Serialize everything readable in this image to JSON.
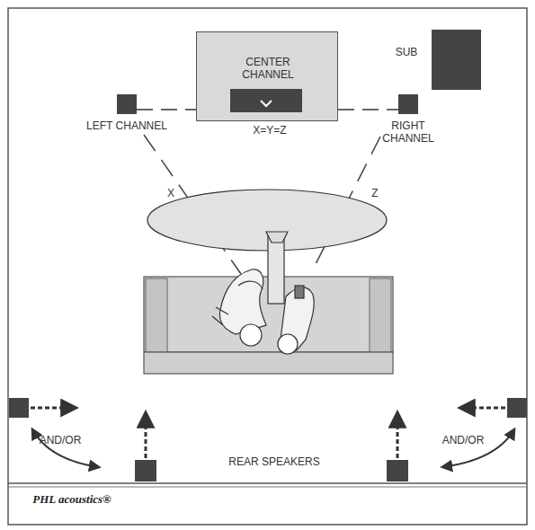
{
  "diagram": {
    "nodes": [
      {
        "text": [
          "CENTER CHANNEL"
        ]
      },
      {
        "text": [
          "LEFT CHANNEL"
        ]
      },
      {
        "text": [
          "RIGHT CHANNEL"
        ]
      },
      {
        "text": [
          "SUB"
        ]
      }
    ],
    "edges": [
      {
        "from": 1,
        "to": 0,
        "arrow": "none"
      },
      {
        "from": 0,
        "to": 2,
        "arrow": "none"
      }
    ],
    "labels": [
      "X=Y=Z",
      "X",
      "Z",
      "AND/OR",
      "AND/OR",
      "REAR SPEAKERS",
      "PHL acoustics®"
    ]
  }
}
